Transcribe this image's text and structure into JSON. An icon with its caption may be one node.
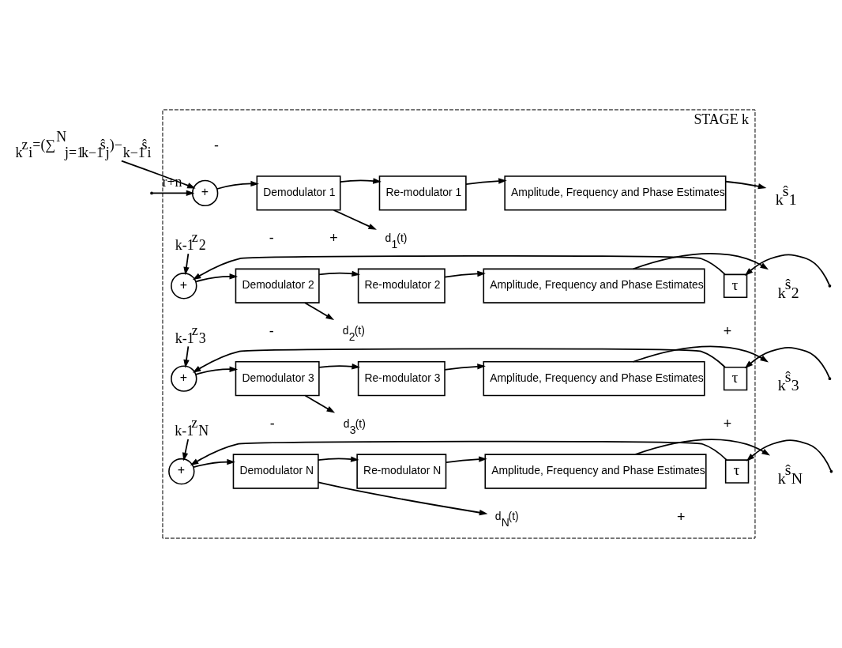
{
  "diagram": {
    "nodes": [
      {
        "text": [
          "STAGE k"
        ]
      },
      {
        "text": [
          "$_{k}$z$_{i}$=(∑$^{N}$$_{j=1}$$_{k−1}$ŝ$_{j}$)−$_{k−1}$ŝ$_{i}$"
        ]
      },
      {
        "text": [
          "+"
        ],
        "in": 0
      },
      {
        "text": [
          "Demodulator 1"
        ],
        "in": 0
      },
      {
        "text": [
          "Re-modulator 1"
        ],
        "in": 0
      },
      {
        "text": [
          "Amplitude, Frequency and Phase Estimates"
        ],
        "in": 0
      },
      {
        "text": [
          "d$_{1}$(t)"
        ],
        "in": 0
      },
      {
        "text": [
          "$_{k}$ŝ$_{1}$"
        ]
      },
      {
        "text": [
          "$_{k-1}$z$_{2}$"
        ],
        "in": 0
      },
      {
        "text": [
          "τ"
        ],
        "in": 0
      },
      {
        "text": [
          "+"
        ],
        "in": 0
      },
      {
        "text": [
          "Demodulator 2"
        ],
        "in": 0
      },
      {
        "text": [
          "Re-modulator 2"
        ],
        "in": 0
      },
      {
        "text": [
          "Amplitude, Frequency and Phase Estimates"
        ],
        "in": 0
      },
      {
        "text": [
          "d$_{2}$(t)"
        ],
        "in": 0
      },
      {
        "text": [
          "$_{k}$ŝ$_{2}$"
        ]
      },
      {
        "text": [
          "$_{k-1}$z$_{3}$"
        ],
        "in": 0
      },
      {
        "text": [
          "τ"
        ],
        "in": 0
      },
      {
        "text": [
          "+"
        ],
        "in": 0
      },
      {
        "text": [
          "Demodulator 3"
        ],
        "in": 0
      },
      {
        "text": [
          "Re-modulator 3"
        ],
        "in": 0
      },
      {
        "text": [
          "Amplitude, Frequency and Phase Estimates"
        ],
        "in": 0
      },
      {
        "text": [
          "d$_{3}$(t)"
        ],
        "in": 0
      },
      {
        "text": [
          "$_{k}$ŝ$_{3}$"
        ]
      },
      {
        "text": [
          "$_{k-1}$z$_{N}$"
        ],
        "in": 0
      },
      {
        "text": [
          "τ"
        ],
        "in": 0
      },
      {
        "text": [
          "+"
        ],
        "in": 0
      },
      {
        "text": [
          "Demodulator N"
        ],
        "in": 0
      },
      {
        "text": [
          "Re-modulator N"
        ],
        "in": 0
      },
      {
        "text": [
          "Amplitude, Frequency and Phase Estimates"
        ],
        "in": 0
      },
      {
        "text": [
          "d$_{N}$(t)"
        ],
        "in": 0
      },
      {
        "text": [
          "$_{k}$ŝ$_{N}$"
        ]
      }
    ],
    "edges": [
      {
        "from": null,
        "to": 2,
        "arrow": "to",
        "label": "r+n"
      },
      {
        "from": 1,
        "to": 2,
        "arrow": "to"
      },
      {
        "from": 2,
        "to": 3,
        "arrow": "to"
      },
      {
        "from": 3,
        "to": 4,
        "arrow": "to"
      },
      {
        "from": 4,
        "to": 5,
        "arrow": "to"
      },
      {
        "from": 3,
        "to": 6,
        "arrow": "to"
      },
      {
        "from": 5,
        "to": 7,
        "arrow": "to"
      },
      {
        "from": null,
        "to": 9,
        "arrow": "to"
      },
      {
        "from": 8,
        "to": 10,
        "arrow": "to"
      },
      {
        "from": 9,
        "to": 10,
        "arrow": "to"
      },
      {
        "from": 10,
        "to": 11,
        "arrow": "to"
      },
      {
        "from": 11,
        "to": 12,
        "arrow": "to"
      },
      {
        "from": 12,
        "to": 13,
        "arrow": "to"
      },
      {
        "from": 11,
        "to": 14,
        "arrow": "to"
      },
      {
        "from": 13,
        "to": 15,
        "arrow": "to"
      },
      {
        "from": null,
        "to": 17,
        "arrow": "to"
      },
      {
        "from": 16,
        "to": 18,
        "arrow": "to"
      },
      {
        "from": 17,
        "to": 18,
        "arrow": "to"
      },
      {
        "from": 18,
        "to": 19,
        "arrow": "to"
      },
      {
        "from": 19,
        "to": 20,
        "arrow": "to"
      },
      {
        "from": 20,
        "to": 21,
        "arrow": "to"
      },
      {
        "from": 19,
        "to": 22,
        "arrow": "to"
      },
      {
        "from": 21,
        "to": 23,
        "arrow": "to"
      },
      {
        "from": null,
        "to": 25,
        "arrow": "to"
      },
      {
        "from": 24,
        "to": 26,
        "arrow": "to"
      },
      {
        "from": 25,
        "to": 26,
        "arrow": "to"
      },
      {
        "from": 26,
        "to": 27,
        "arrow": "to"
      },
      {
        "from": 27,
        "to": 28,
        "arrow": "to"
      },
      {
        "from": 28,
        "to": 29,
        "arrow": "to"
      },
      {
        "from": 27,
        "to": 30,
        "arrow": "to"
      },
      {
        "from": 29,
        "to": 31,
        "arrow": "to"
      }
    ],
    "labels": [
      "-",
      "+",
      "-",
      "+",
      "-",
      "+",
      "-",
      "+"
    ]
  }
}
